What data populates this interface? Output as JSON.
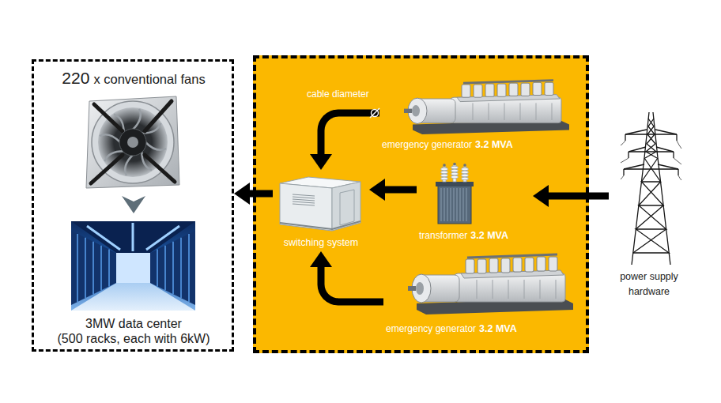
{
  "diagram": {
    "nodes": [
      {
        "text": []
      },
      {
        "text": [
          "220",
          "x conventional fans"
        ],
        "in": 0
      },
      {
        "text": [
          "3MW data center (500 racks, each with 6kW)"
        ],
        "in": 0
      },
      {
        "text": []
      },
      {
        "text": [
          "emergency generator",
          "3.2 MVA"
        ],
        "in": 3
      },
      {
        "text": [
          "switching system"
        ],
        "in": 3
      },
      {
        "text": [
          "transformer",
          "3.2 MVA"
        ],
        "in": 3
      },
      {
        "text": [
          "emergency generator",
          "3.2 MVA"
        ],
        "in": 3
      },
      {
        "text": [
          "power supply hardware"
        ]
      }
    ],
    "edges": [
      {
        "from": 1,
        "to": 2,
        "arrow": "to"
      },
      {
        "from": 4,
        "to": 5,
        "label": "cable diameter",
        "arrow": "to"
      },
      {
        "from": 6,
        "to": 5,
        "arrow": "to"
      },
      {
        "from": 7,
        "to": 5,
        "arrow": "to"
      },
      {
        "from": 8,
        "to": 6,
        "arrow": "to"
      },
      {
        "from": 5,
        "to": 0,
        "arrow": "to"
      }
    ]
  }
}
